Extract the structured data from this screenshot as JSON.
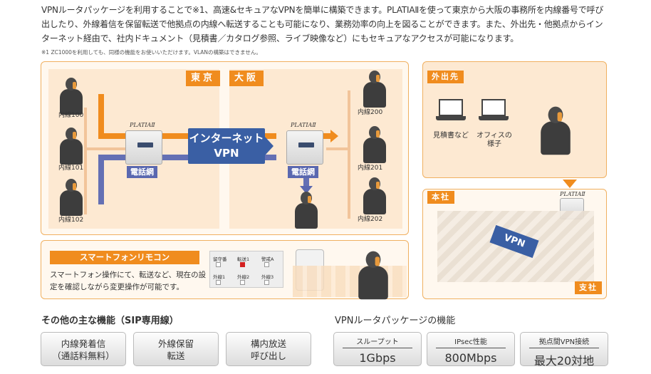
{
  "intro": {
    "text": "VPNルータパッケージを利用することで※1、高速&セキュアなVPNを簡単に構築できます。PLATIAⅡを使って東京から大阪の事務所を内線番号で呼び出したり、外線着信を保留転送で他拠点の内線へ転送することも可能になり、業務効率の向上を図ることができます。また、外出先・他拠点からインターネット経由で、社内ドキュメント（見積書／カタログ参照、ライブ映像など）にもセキュアなアクセスが可能になります。",
    "footnote": "※1 ZC1000を利用しても、同様の機能をお使いいただけます。VLANの構築はできません。"
  },
  "diagram": {
    "tokyo_label": "東京",
    "osaka_label": "大阪",
    "ext_100": "内線100",
    "ext_101": "内線101",
    "ext_102": "内線102",
    "ext_200": "内線200",
    "ext_201": "内線201",
    "ext_202": "内線202",
    "pbx_brand_left": "PLATIAⅡ",
    "pbx_brand_right": "PLATIAⅡ",
    "vpn_line1": "インターネット",
    "vpn_line2": "VPN",
    "tel_left": "電話網",
    "tel_right": "電話網"
  },
  "remote": {
    "title": "スマートフォンリモコン",
    "desc": "スマートフォン操作にて、転送など、現在の設定を確認しながら変更操作が可能です。",
    "screen": {
      "c1": "留守番",
      "c2": "転送1",
      "c3": "警戒A",
      "c4": "外線1",
      "c5": "外線2",
      "c6": "外線3"
    }
  },
  "away": {
    "tag": "外出先",
    "laptop1": "見積書など",
    "laptop2": "オフィスの様子"
  },
  "hq": {
    "tag": "本社",
    "branch": "支社",
    "vpn": "VPN",
    "brand": "PLATIAⅡ"
  },
  "features": {
    "heading": "その他の主な機能（SIP専用線）",
    "items": [
      {
        "l1": "内線発着信",
        "l2": "（通話料無料）"
      },
      {
        "l1": "外線保留",
        "l2": "転送"
      },
      {
        "l1": "構内放送",
        "l2": "呼び出し"
      }
    ]
  },
  "vpnpkg": {
    "heading": "VPNルータパッケージの機能",
    "items": [
      {
        "k": "スループット",
        "v": "1Gbps"
      },
      {
        "k": "IPsec性能",
        "v": "800Mbps"
      },
      {
        "k": "拠点間VPN接続",
        "v": "最大20対地"
      }
    ]
  },
  "colors": {
    "accent": "#f08c1e",
    "vpn_blue": "#3a5fa4",
    "tel_blue": "#5a68b0",
    "panel_bg": "#fde9d2"
  }
}
